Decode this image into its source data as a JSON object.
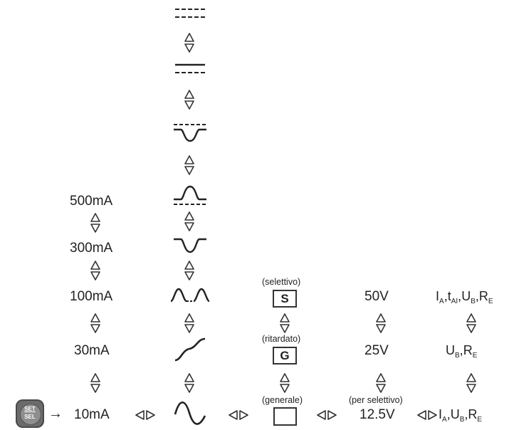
{
  "set_sel_button": {
    "top": "SET",
    "bottom": "SEL"
  },
  "arrow": "→",
  "current_options": [
    "500mA",
    "300mA",
    "100mA",
    "30mA",
    "10mA"
  ],
  "time_types": {
    "selettivo": {
      "caption": "(selettivo)",
      "letter": "S"
    },
    "ritardato": {
      "caption": "(ritardato)",
      "letter": "G"
    },
    "generale": {
      "caption": "(generale)"
    }
  },
  "voltage": {
    "v50": "50V",
    "v25": "25V",
    "v12": "12.5V",
    "note": "(per selettivo)"
  },
  "measures": {
    "m1": {
      "I": "I",
      "A": "A",
      "t": "t",
      "AI": "AI",
      "U": "U",
      "B": "B",
      "R": "R",
      "E": "E"
    },
    "m2": {
      "U": "U",
      "B": "B",
      "R": "R",
      "E": "E"
    },
    "m3": {
      "I": "I",
      "A": "A",
      "U": "U",
      "B": "B",
      "R": "R",
      "E": "E"
    }
  },
  "waveforms": [
    "dc-dashed",
    "dc-full-dashed",
    "halfwave-neg-dc",
    "halfwave-pos-dc",
    "halfwave-neg",
    "halfwave-dual",
    "sine-half",
    "sine-full"
  ]
}
